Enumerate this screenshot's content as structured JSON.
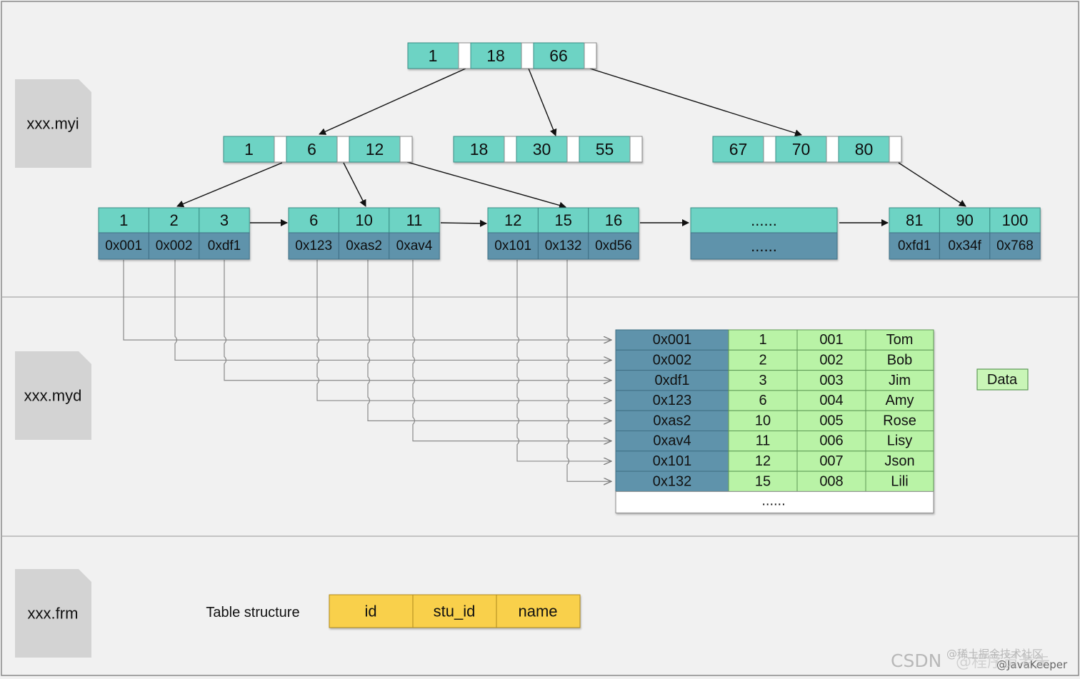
{
  "colors": {
    "background": "#f1f1f1",
    "index_key": "#6dd3c4",
    "index_addr": "#5f93ab",
    "data_addr": "#5f93ab",
    "data_cell": "#b9f3a6",
    "data_legend": "#c9f5b7",
    "table_structure": "#f9d04b",
    "file_icon": "#d3d3d3"
  },
  "files": {
    "myi": "xxx.myi",
    "myd": "xxx.myd",
    "frm": "xxx.frm"
  },
  "index": {
    "root": [
      "1",
      "18",
      "66"
    ],
    "internal": [
      [
        "1",
        "6",
        "12"
      ],
      [
        "18",
        "30",
        "55"
      ],
      [
        "67",
        "70",
        "80"
      ]
    ],
    "leaves": [
      {
        "keys": [
          "1",
          "2",
          "3"
        ],
        "addrs": [
          "0x001",
          "0x002",
          "0xdf1"
        ]
      },
      {
        "keys": [
          "6",
          "10",
          "11"
        ],
        "addrs": [
          "0x123",
          "0xas2",
          "0xav4"
        ]
      },
      {
        "keys": [
          "12",
          "15",
          "16"
        ],
        "addrs": [
          "0x101",
          "0x132",
          "0xd56"
        ]
      },
      {
        "keys": [
          "......"
        ],
        "addrs": [
          "......"
        ]
      },
      {
        "keys": [
          "81",
          "90",
          "100"
        ],
        "addrs": [
          "0xfd1",
          "0x34f",
          "0x768"
        ]
      }
    ]
  },
  "data_file": {
    "rows": [
      [
        "0x001",
        "1",
        "001",
        "Tom"
      ],
      [
        "0x002",
        "2",
        "002",
        "Bob"
      ],
      [
        "0xdf1",
        "3",
        "003",
        "Jim"
      ],
      [
        "0x123",
        "6",
        "004",
        "Amy"
      ],
      [
        "0xas2",
        "10",
        "005",
        "Rose"
      ],
      [
        "0xav4",
        "11",
        "006",
        "Lisy"
      ],
      [
        "0x101",
        "12",
        "007",
        "Json"
      ],
      [
        "0x132",
        "15",
        "008",
        "Lili"
      ]
    ],
    "more": "......",
    "legend": "Data"
  },
  "structure": {
    "label": "Table structure",
    "columns": [
      "id",
      "stu_id",
      "name"
    ]
  },
  "watermark": {
    "csdn": "CSDN",
    "line1": "@稀土掘金技术社区",
    "line2": "@JavaKeeper",
    "line3": "@程序员老朱"
  }
}
